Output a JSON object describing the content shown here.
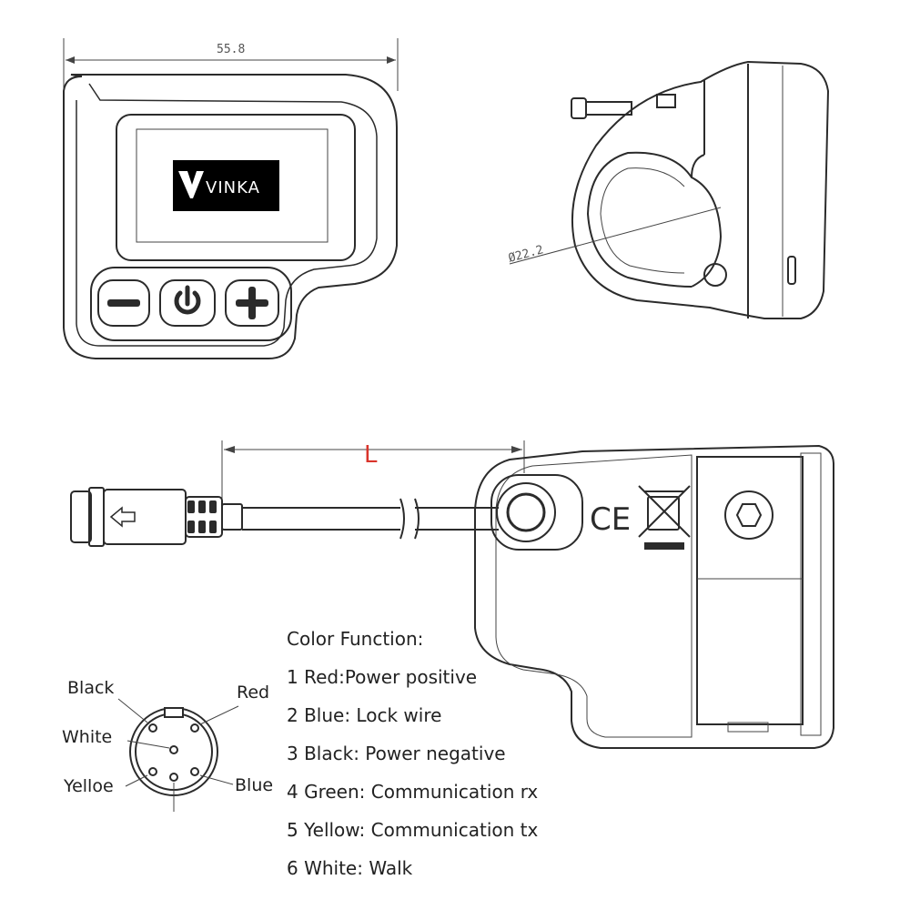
{
  "dimensions": {
    "width_label": "55.8",
    "diameter_label": "Ø22.2",
    "length_label": "L"
  },
  "display": {
    "brand": "VINKA",
    "buttons": [
      {
        "name": "minus",
        "symbol": "−"
      },
      {
        "name": "power",
        "symbol": "⏻"
      },
      {
        "name": "plus",
        "symbol": "+"
      }
    ]
  },
  "connector_pins": {
    "black": "Black",
    "red": "Red",
    "white": "White",
    "yelloe": "Yelloe",
    "blue": "Blue"
  },
  "color_function": {
    "title": "Color Function:",
    "items": [
      "1 Red:Power positive",
      "2 Blue: Lock wire",
      "3 Black: Power negative",
      "4 Green: Communication rx",
      "5 Yellow: Communication tx",
      "6 White: Walk"
    ]
  },
  "colors": {
    "line": "#2b2b2b",
    "dimension_L": "#d9342b",
    "screen_bg": "#000000",
    "brand_text": "#ffffff"
  }
}
